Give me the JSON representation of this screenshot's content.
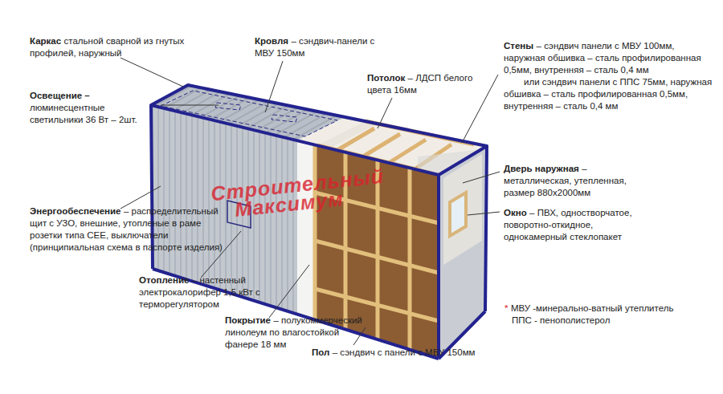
{
  "diagram": {
    "labels": [
      "Каркас",
      "стальной сварной из гнутых профилей, наружный",
      "Кровля",
      "– сэндвич-панели с МВУ 150мм",
      "Освещение –",
      "люминесцентные светильники 36 Вт – 2шт.",
      "Потолок",
      "– ЛДСП белого цвета 16мм",
      "Стены",
      "– сэндвич панели с МВУ 100мм, наружная обшивка – сталь профилированная 0,5мм, внутренняя – сталь 0,4 мм",
      "или сэндвич панели с ППС 75мм, наружная обшивка – сталь профилированная 0,5мм, внутренняя – сталь 0,4 мм",
      "Дверь наружная",
      "– металлическая, утепленная, размер 880х2000мм",
      "Окно",
      "– ПВХ, одностворчатое, поворотно-откидное, однокамерный стеклопакет",
      "Энергообеспечение",
      "– распределительный щит с УЗО, внешние, утопленые в раме розетки типа CEE, выключатели (принципиальная схема в паспорте изделия)",
      "Отопление",
      "– настенный электрокалорифер 1,5 кВт с терморегулятором",
      "Покрытие",
      "– полукоммерческий линолеум по влагостойкой фанере 18 мм",
      "Пол",
      "– сэндвич с панели с МВУ 150мм",
      "*",
      "МВУ -минерально-ватный утеплитель",
      "ППС - пенополистерол",
      "Строительный",
      "Максимум"
    ]
  }
}
